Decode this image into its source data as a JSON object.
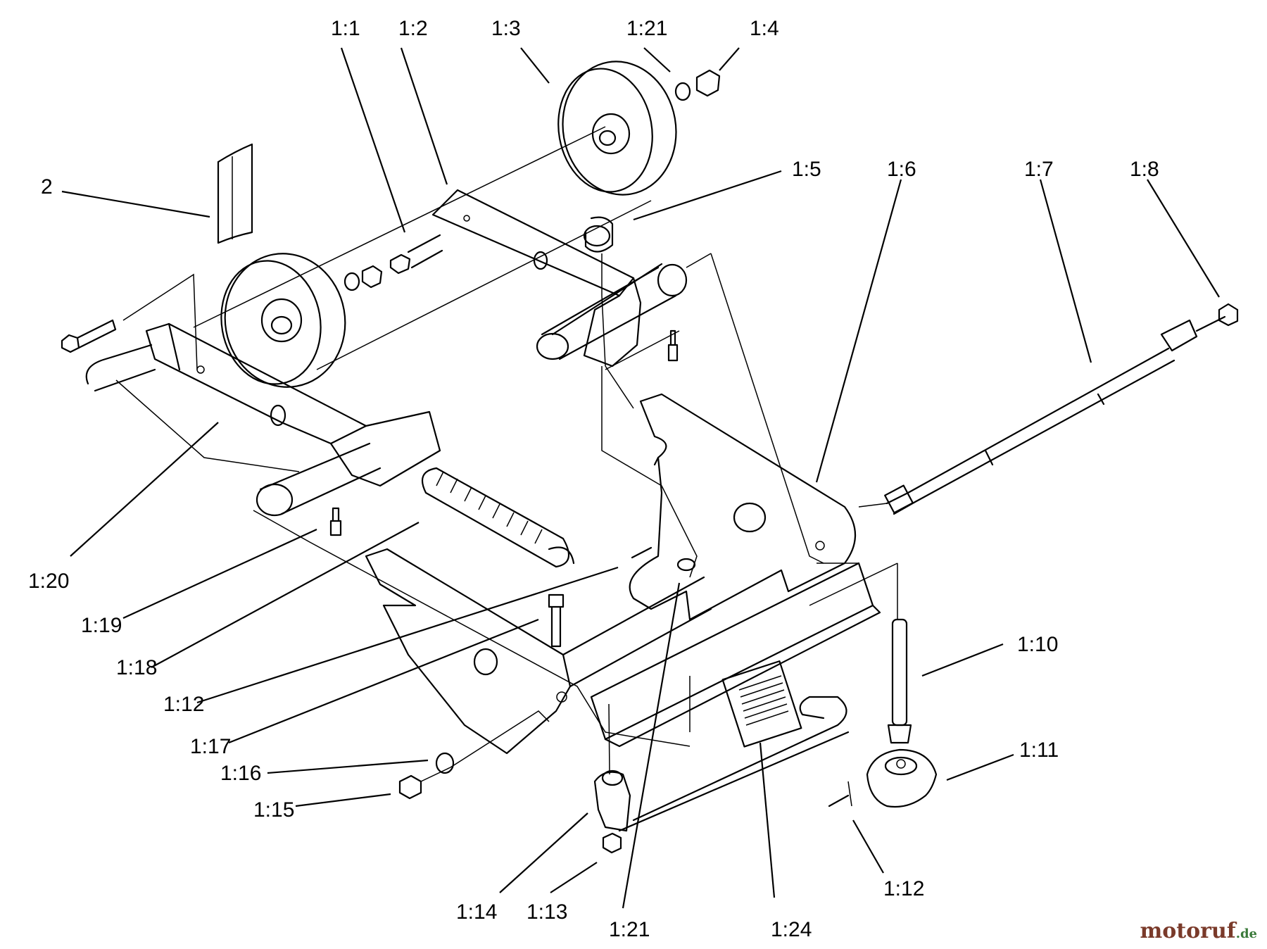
{
  "callouts": [
    {
      "id": "c-1-1",
      "text": "1:1"
    },
    {
      "id": "c-1-2",
      "text": "1:2"
    },
    {
      "id": "c-1-3",
      "text": "1:3"
    },
    {
      "id": "c-1-21-top",
      "text": "1:21"
    },
    {
      "id": "c-1-4",
      "text": "1:4"
    },
    {
      "id": "c-2",
      "text": "2"
    },
    {
      "id": "c-1-5",
      "text": "1:5"
    },
    {
      "id": "c-1-6",
      "text": "1:6"
    },
    {
      "id": "c-1-7",
      "text": "1:7"
    },
    {
      "id": "c-1-8",
      "text": "1:8"
    },
    {
      "id": "c-1-20",
      "text": "1:20"
    },
    {
      "id": "c-1-19",
      "text": "1:19"
    },
    {
      "id": "c-1-18",
      "text": "1:18"
    },
    {
      "id": "c-1-12-left",
      "text": "1:12"
    },
    {
      "id": "c-1-17",
      "text": "1:17"
    },
    {
      "id": "c-1-16",
      "text": "1:16"
    },
    {
      "id": "c-1-15",
      "text": "1:15"
    },
    {
      "id": "c-1-10",
      "text": "1:10"
    },
    {
      "id": "c-1-11",
      "text": "1:11"
    },
    {
      "id": "c-1-12-right",
      "text": "1:12"
    },
    {
      "id": "c-1-14",
      "text": "1:14"
    },
    {
      "id": "c-1-13",
      "text": "1:13"
    },
    {
      "id": "c-1-21-bottom",
      "text": "1:21"
    },
    {
      "id": "c-1-24",
      "text": "1:24"
    }
  ],
  "watermark": {
    "main": "motoruf",
    "suffix": ".de"
  }
}
